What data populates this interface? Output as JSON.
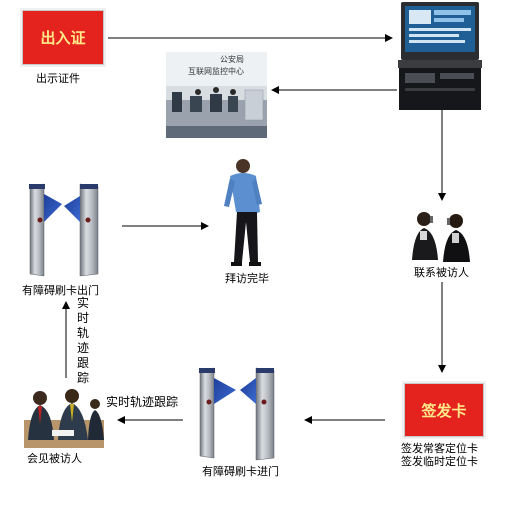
{
  "colors": {
    "card_red": "#e5231e",
    "card_text": "#ffe98a",
    "arrow": "#000000",
    "gate_blue": "#2a55b6"
  },
  "nodes": {
    "show_id": {
      "card_text": "出入证",
      "caption": "出示证件"
    },
    "monitor_room": {
      "wall_sign_line1": "公安局",
      "wall_sign_line2": "互联网监控中心"
    },
    "contact_visitee": {
      "caption": "联系被访人"
    },
    "issue_card": {
      "card_text": "签发卡",
      "caption_line1": "签发常客定位卡",
      "caption_line2": "签发临时定位卡"
    },
    "gate_entry": {
      "caption": "有障碍刷卡进门"
    },
    "meet_visitee": {
      "caption": "会见被访人"
    },
    "gate_exit": {
      "caption": "有障碍刷卡出门"
    },
    "visit_done": {
      "caption": "拜访完毕"
    }
  },
  "edges": {
    "entry_to_meet": {
      "label": "实时轨迹跟踪"
    },
    "meet_to_exit": {
      "label_chars": [
        "实",
        "时",
        "轨",
        "迹",
        "跟",
        "踪"
      ]
    }
  },
  "icons": {
    "kiosk": "kiosk-terminal-icon",
    "monitor_room": "monitoring-room-photo",
    "contact": "phone-call-people-icon",
    "gate": "turnstile-gate-icon",
    "visitor": "walking-man-icon",
    "meeting": "business-meeting-icon"
  }
}
